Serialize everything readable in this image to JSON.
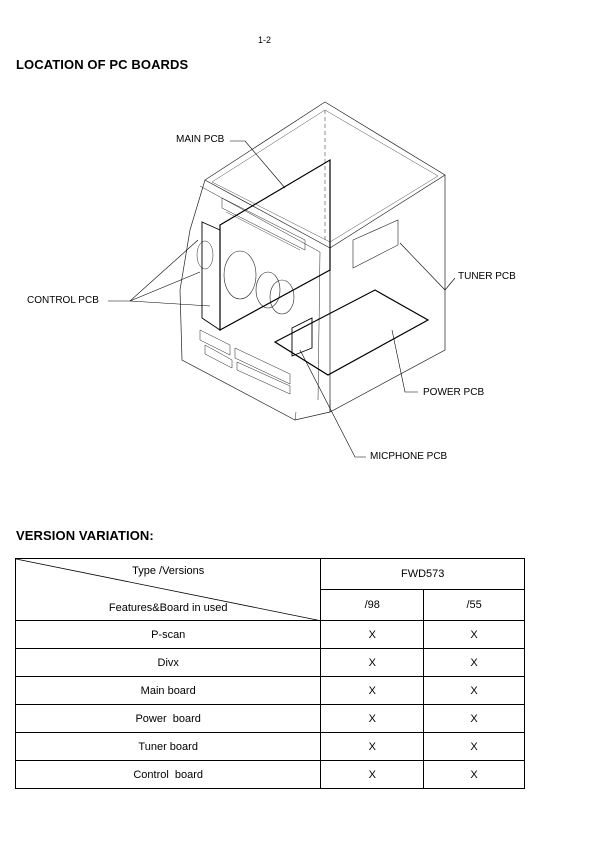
{
  "page_number": "1-2",
  "section1_title": "LOCATION OF PC BOARDS",
  "labels": {
    "main_pcb": "MAIN PCB",
    "control_pcb": "CONTROL PCB",
    "tuner_pcb": "TUNER PCB",
    "power_pcb": "POWER PCB",
    "micphone_pcb": "MICPHONE PCB"
  },
  "section2_title": "VERSION VARIATION:",
  "table": {
    "header_top": "Type /Versions",
    "header_bottom": "Features&Board in used",
    "model": "FWD573",
    "versions": [
      "/98",
      "/55"
    ],
    "rows": [
      {
        "feature": "P-scan",
        "v98": "X",
        "v55": "X"
      },
      {
        "feature": "Divx",
        "v98": "X",
        "v55": "X"
      },
      {
        "feature": "Main board",
        "v98": "X",
        "v55": "X"
      },
      {
        "feature": "Power  board",
        "v98": "X",
        "v55": "X"
      },
      {
        "feature": "Tuner board",
        "v98": "X",
        "v55": "X"
      },
      {
        "feature": "Control  board",
        "v98": "X",
        "v55": "X"
      }
    ]
  }
}
